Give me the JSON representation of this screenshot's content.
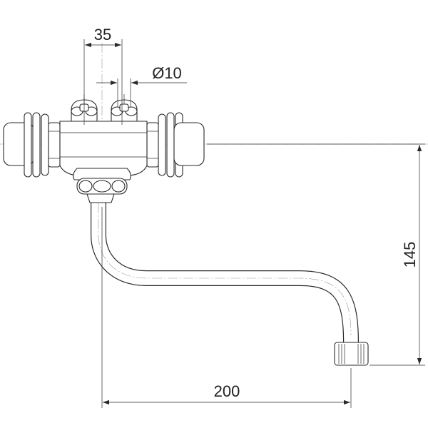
{
  "drawing": {
    "dimensions": {
      "width_35": "35",
      "diameter_10": "Ø10",
      "height_145": "145",
      "length_200": "200"
    }
  }
}
